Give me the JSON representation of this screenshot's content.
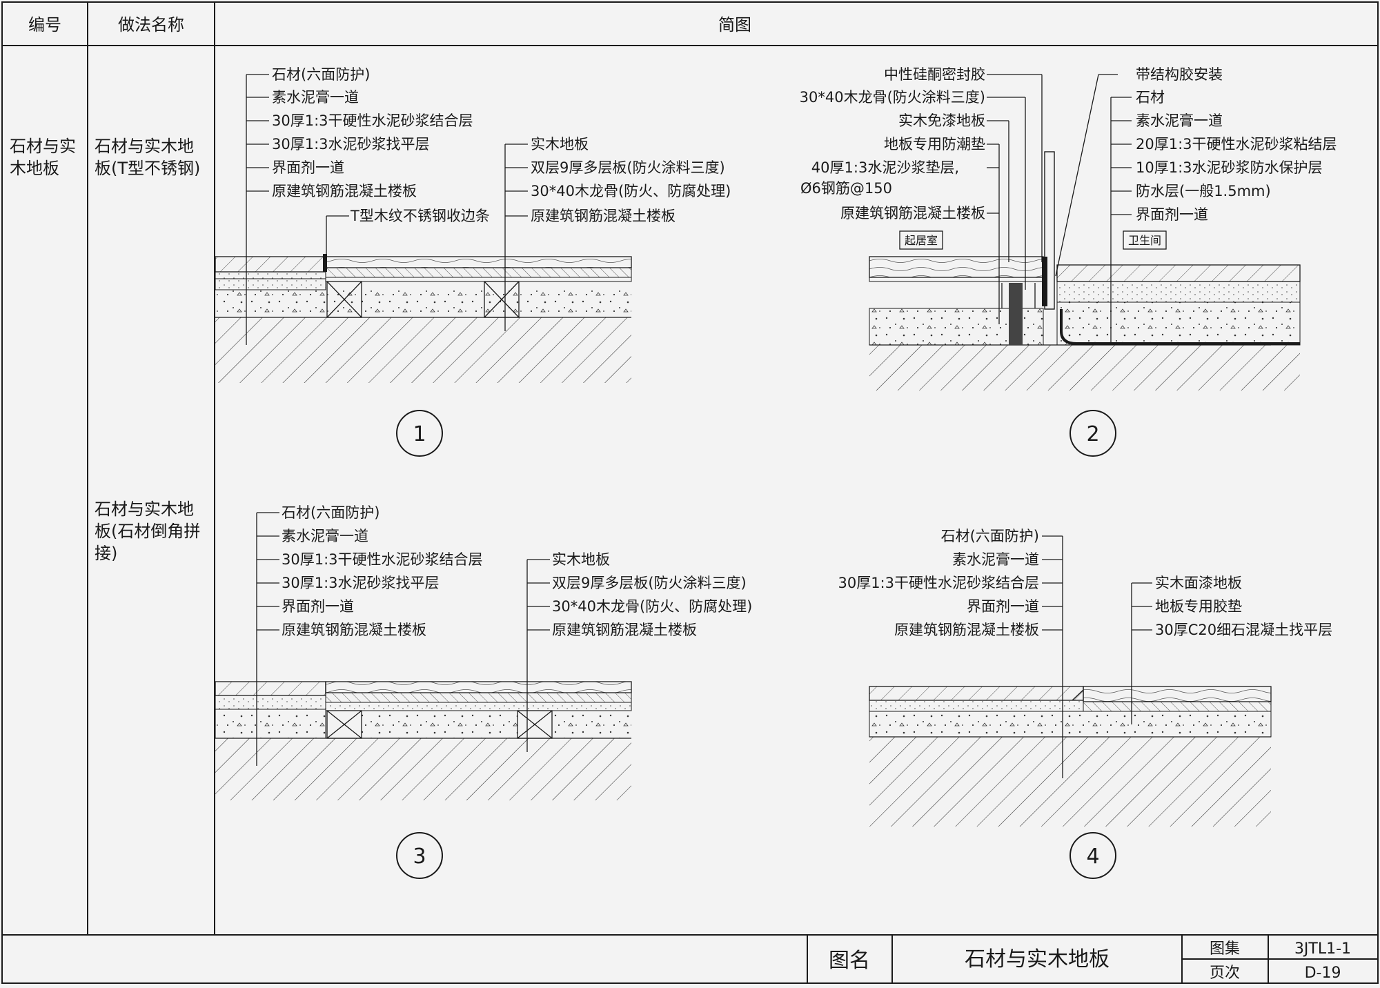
{
  "header": {
    "col_number": "编号",
    "col_method": "做法名称",
    "col_diagram": "简图"
  },
  "row": {
    "number": [
      "石材与实",
      "木地板"
    ],
    "method_1": [
      "石材与实木地",
      "板(T型不锈钢)"
    ],
    "method_2": [
      "石材与实木地",
      "板(石材倒角拼",
      "接)"
    ]
  },
  "detail_1": {
    "number": "1",
    "left_labels": [
      "石材(六面防护)",
      "素水泥膏一道",
      "30厚1:3干硬性水泥砂浆结合层",
      "30厚1:3水泥砂浆找平层",
      "界面剂一道",
      "原建筑钢筋混凝土楼板"
    ],
    "trim_label": "T型木纹不锈钢收边条",
    "right_labels": [
      "实木地板",
      "双层9厚多层板(防火涂料三度)",
      "30*40木龙骨(防火、防腐处理)",
      "原建筑钢筋混凝土楼板"
    ]
  },
  "detail_2": {
    "number": "2",
    "left_labels": [
      "中性硅酮密封胶",
      "30*40木龙骨(防火涂料三度)",
      "实木免漆地板",
      "地板专用防潮垫",
      "40厚1:3水泥沙浆垫层,",
      "Ø6钢筋@150",
      "原建筑钢筋混凝土楼板"
    ],
    "right_labels": [
      "带结构胶安装",
      "石材",
      "素水泥膏一道",
      "20厚1:3干硬性水泥砂浆粘结层",
      "10厚1:3水泥砂浆防水保护层",
      "防水层(一般1.5mm)",
      "界面剂一道"
    ],
    "room_left": "起居室",
    "room_right": "卫生间"
  },
  "detail_3": {
    "number": "3",
    "left_labels": [
      "石材(六面防护)",
      "素水泥膏一道",
      "30厚1:3干硬性水泥砂浆结合层",
      "30厚1:3水泥砂浆找平层",
      "界面剂一道",
      "原建筑钢筋混凝土楼板"
    ],
    "right_labels": [
      "实木地板",
      "双层9厚多层板(防火涂料三度)",
      "30*40木龙骨(防火、防腐处理)",
      "原建筑钢筋混凝土楼板"
    ]
  },
  "detail_4": {
    "number": "4",
    "left_labels": [
      "石材(六面防护)",
      "素水泥膏一道",
      "30厚1:3干硬性水泥砂浆结合层",
      "界面剂一道",
      "原建筑钢筋混凝土楼板"
    ],
    "right_labels": [
      "实木面漆地板",
      "地板专用胶垫",
      "30厚C20细石混凝土找平层"
    ]
  },
  "title_block": {
    "name_label": "图名",
    "name_value": "石材与实木地板",
    "atlas_label": "图集",
    "atlas_value": "3JTL1-1",
    "page_label": "页次",
    "page_value": "D-19"
  }
}
